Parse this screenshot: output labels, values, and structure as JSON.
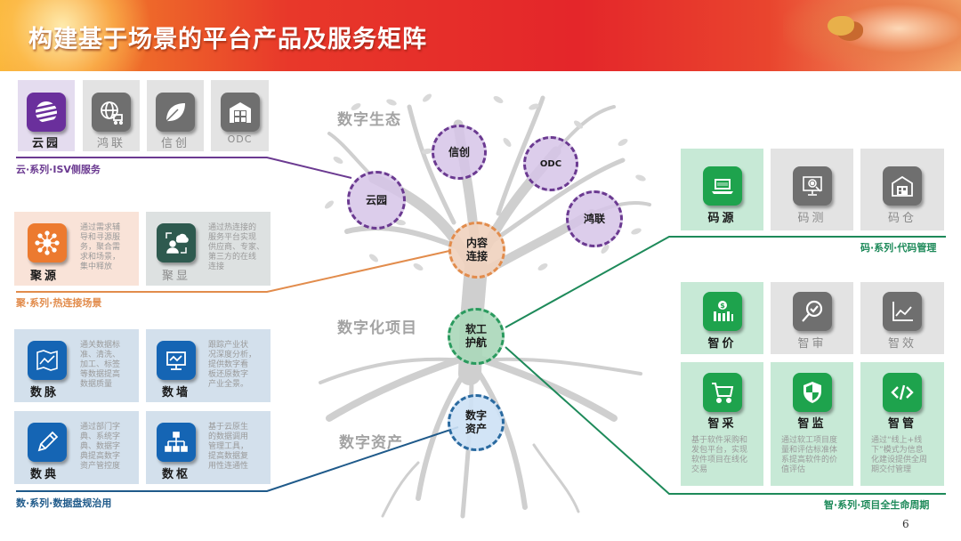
{
  "header": {
    "title": "构建基于场景的平台产品及服务矩阵"
  },
  "tree": {
    "sections": {
      "ecology": "数字生态",
      "projects": "数字化项目",
      "assets": "数字资产"
    },
    "nodes": {
      "yunyuan": "云园",
      "xinchuang": "信创",
      "odc": "ODC",
      "honglian": "鸿联",
      "content_1": "内容",
      "content_2": "连接",
      "ruangong_1": "软工",
      "ruangong_2": "护航",
      "asset_1": "数字",
      "asset_2": "资产"
    }
  },
  "yun_series": {
    "label": "云·系列·ISV侧服务",
    "color": "#6b3a91",
    "tiles": [
      {
        "label": "云园",
        "icon": "globe-stripes-icon",
        "active": true
      },
      {
        "label": "鸿联",
        "icon": "globe-cart-icon",
        "active": false
      },
      {
        "label": "信创",
        "icon": "leaf-icon",
        "active": false
      },
      {
        "label": "ODC",
        "icon": "warehouse-icon",
        "active": false
      }
    ]
  },
  "ju_series": {
    "label": "聚·系列·热连接场景",
    "color": "#e28c4c",
    "tiles": [
      {
        "label": "聚源",
        "icon": "network-hub-icon",
        "desc": [
          "通过需求辅",
          "导和寻源服",
          "务，聚合需",
          "求和场景，",
          "集中释放"
        ]
      },
      {
        "label": "聚显",
        "icon": "cloud-user-icon",
        "desc": [
          "通过热连接的",
          "服务平台实现",
          "供应商、专家、",
          "第三方的在线",
          "连接"
        ]
      }
    ]
  },
  "shu_series": {
    "label": "数·系列·数据盘规治用",
    "color": "#1f5a8a",
    "tiles": [
      {
        "label": "数脉",
        "icon": "map-trend-icon",
        "desc": [
          "通关数据标",
          "准、清洗、",
          "加工、标签",
          "等数据提高",
          "数据质量"
        ]
      },
      {
        "label": "数墙",
        "icon": "monitor-chart-icon",
        "desc": [
          "跟踪产业状",
          "况深度分析，",
          "提供数字看",
          "板还原数字",
          "产业全景。"
        ]
      },
      {
        "label": "数典",
        "icon": "pencil-icon",
        "desc": [
          "通过部门字",
          "典、系统字",
          "典、数据字",
          "典提高数字",
          "资产管控度"
        ]
      },
      {
        "label": "数枢",
        "icon": "hierarchy-icon",
        "desc": [
          "基于云原生",
          "的数据调用",
          "管理工具，",
          "提高数据复",
          "用性连通性"
        ]
      }
    ]
  },
  "ma_series": {
    "label": "码·系列·代码管理",
    "color": "#1e8a5a",
    "tiles": [
      {
        "label": "码源",
        "icon": "laptop-icon",
        "active": true
      },
      {
        "label": "码测",
        "icon": "monitor-gear-icon",
        "active": false
      },
      {
        "label": "码仓",
        "icon": "code-warehouse-icon",
        "active": false
      }
    ]
  },
  "zhi_series": {
    "label": "智·系列·项目全生命周期",
    "color": "#1e8a5a",
    "tiles": [
      {
        "label": "智价",
        "icon": "dollar-bars-icon",
        "active": true
      },
      {
        "label": "智审",
        "icon": "magnifier-check-icon",
        "active": false
      },
      {
        "label": "智效",
        "icon": "line-chart-icon",
        "active": false
      },
      {
        "label": "智采",
        "icon": "cart-icon",
        "active": true,
        "desc": [
          "基于软件采购和",
          "发包平台，实现",
          "软件项目在线化",
          "交易"
        ]
      },
      {
        "label": "智监",
        "icon": "shield-icon",
        "active": true,
        "desc": [
          "通过软工项目度",
          "量和评估标准体",
          "系提高软件的价",
          "值评估"
        ]
      },
      {
        "label": "智管",
        "icon": "code-icon",
        "active": true,
        "desc": [
          "通过“线上+线",
          "下”模式为信息",
          "化建设提供全周",
          "期交付管理"
        ]
      }
    ]
  },
  "footer": {
    "page_number": "6"
  }
}
